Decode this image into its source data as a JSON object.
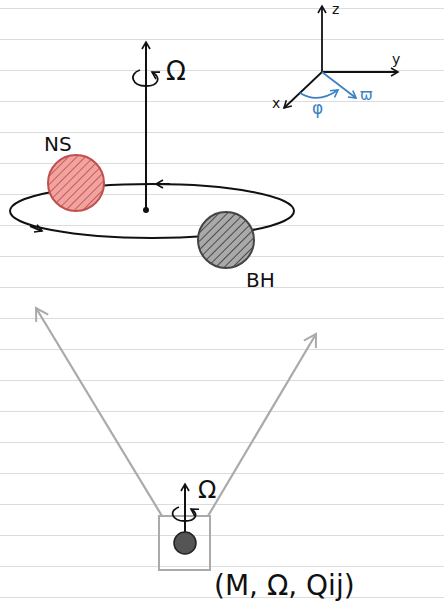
{
  "diagram": {
    "nodes": [
      {
        "text": [
          "NS"
        ]
      },
      {
        "text": [
          "BH"
        ]
      }
    ],
    "labels": [
      "Ω",
      "z",
      "y",
      "x",
      "φ",
      "ϖ",
      "Ω",
      "(M, Ω, Qij)"
    ]
  }
}
